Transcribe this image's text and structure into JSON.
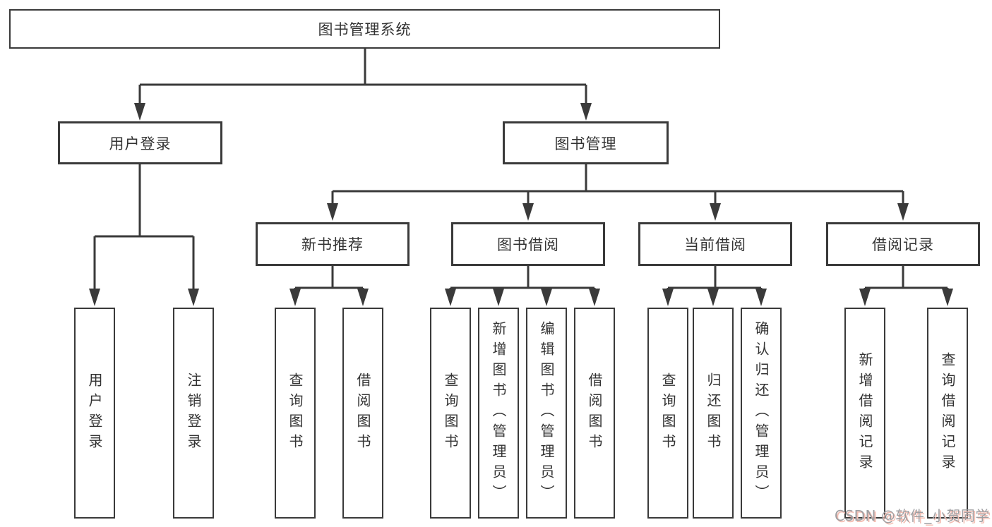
{
  "page": {
    "background_color": "#ffffff",
    "line_color": "#3a3a3a",
    "box_fill": "#ffffff",
    "box_border_color": "#3a3a3a",
    "text_color": "#333333"
  },
  "tree": {
    "root": "图书管理系统",
    "branches": [
      {
        "label": "用户登录",
        "children": [
          "用户登录",
          "注销登录"
        ]
      },
      {
        "label": "图书管理",
        "sub": [
          {
            "label": "新书推荐",
            "children": [
              "查询图书",
              "借阅图书"
            ]
          },
          {
            "label": "图书借阅",
            "children": [
              "查询图书",
              "新增图书（管理员）",
              "编辑图书（管理员）",
              "借阅图书"
            ]
          },
          {
            "label": "当前借阅",
            "children": [
              "查询图书",
              "归还图书",
              "确认归还（管理员）"
            ]
          },
          {
            "label": "借阅记录",
            "children": [
              "新增借阅记录",
              "查询借阅记录"
            ]
          }
        ]
      }
    ]
  },
  "watermark": {
    "text": "CSDN @软件_小贺同学",
    "color": "#9f9fa2",
    "shadow_color": "#f3bdb2"
  }
}
